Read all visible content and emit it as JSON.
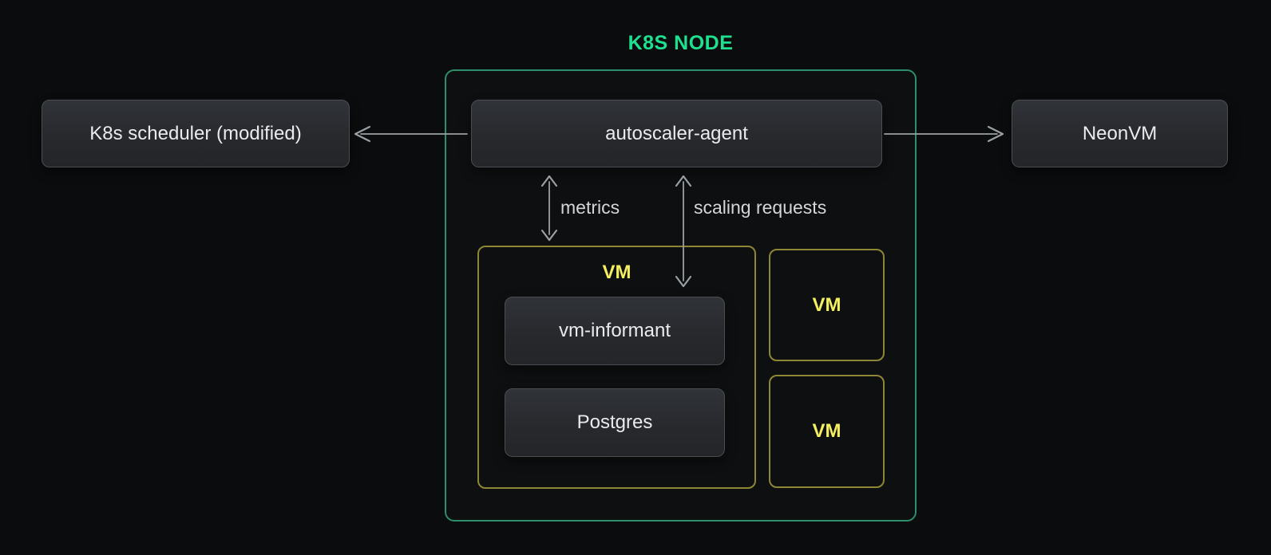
{
  "diagram": {
    "title": "K8S NODE",
    "external": {
      "scheduler_label": "K8s scheduler (modified)",
      "neonvm_label": "NeonVM"
    },
    "k8s_node": {
      "agent_label": "autoscaler-agent",
      "edge_labels": {
        "metrics": "metrics",
        "scaling_requests": "scaling requests"
      },
      "primary_vm": {
        "title": "VM",
        "informant_label": "vm-informant",
        "postgres_label": "Postgres"
      },
      "secondary_vms": [
        {
          "title": "VM"
        },
        {
          "title": "VM"
        }
      ]
    },
    "colors": {
      "background": "#0b0c0d",
      "title_green": "#1ee08f",
      "node_border_green": "#2e8e69",
      "vm_border_yellow": "#8d8634",
      "vm_text_yellow": "#f3ef5e",
      "box_fill_top": "#303338",
      "box_fill_bottom": "#232528",
      "box_border_gray": "#4a4e52",
      "box_text": "#e9ebed",
      "arrow_gray": "#9aa0a3",
      "edge_label_gray": "#d3d6d8"
    }
  }
}
